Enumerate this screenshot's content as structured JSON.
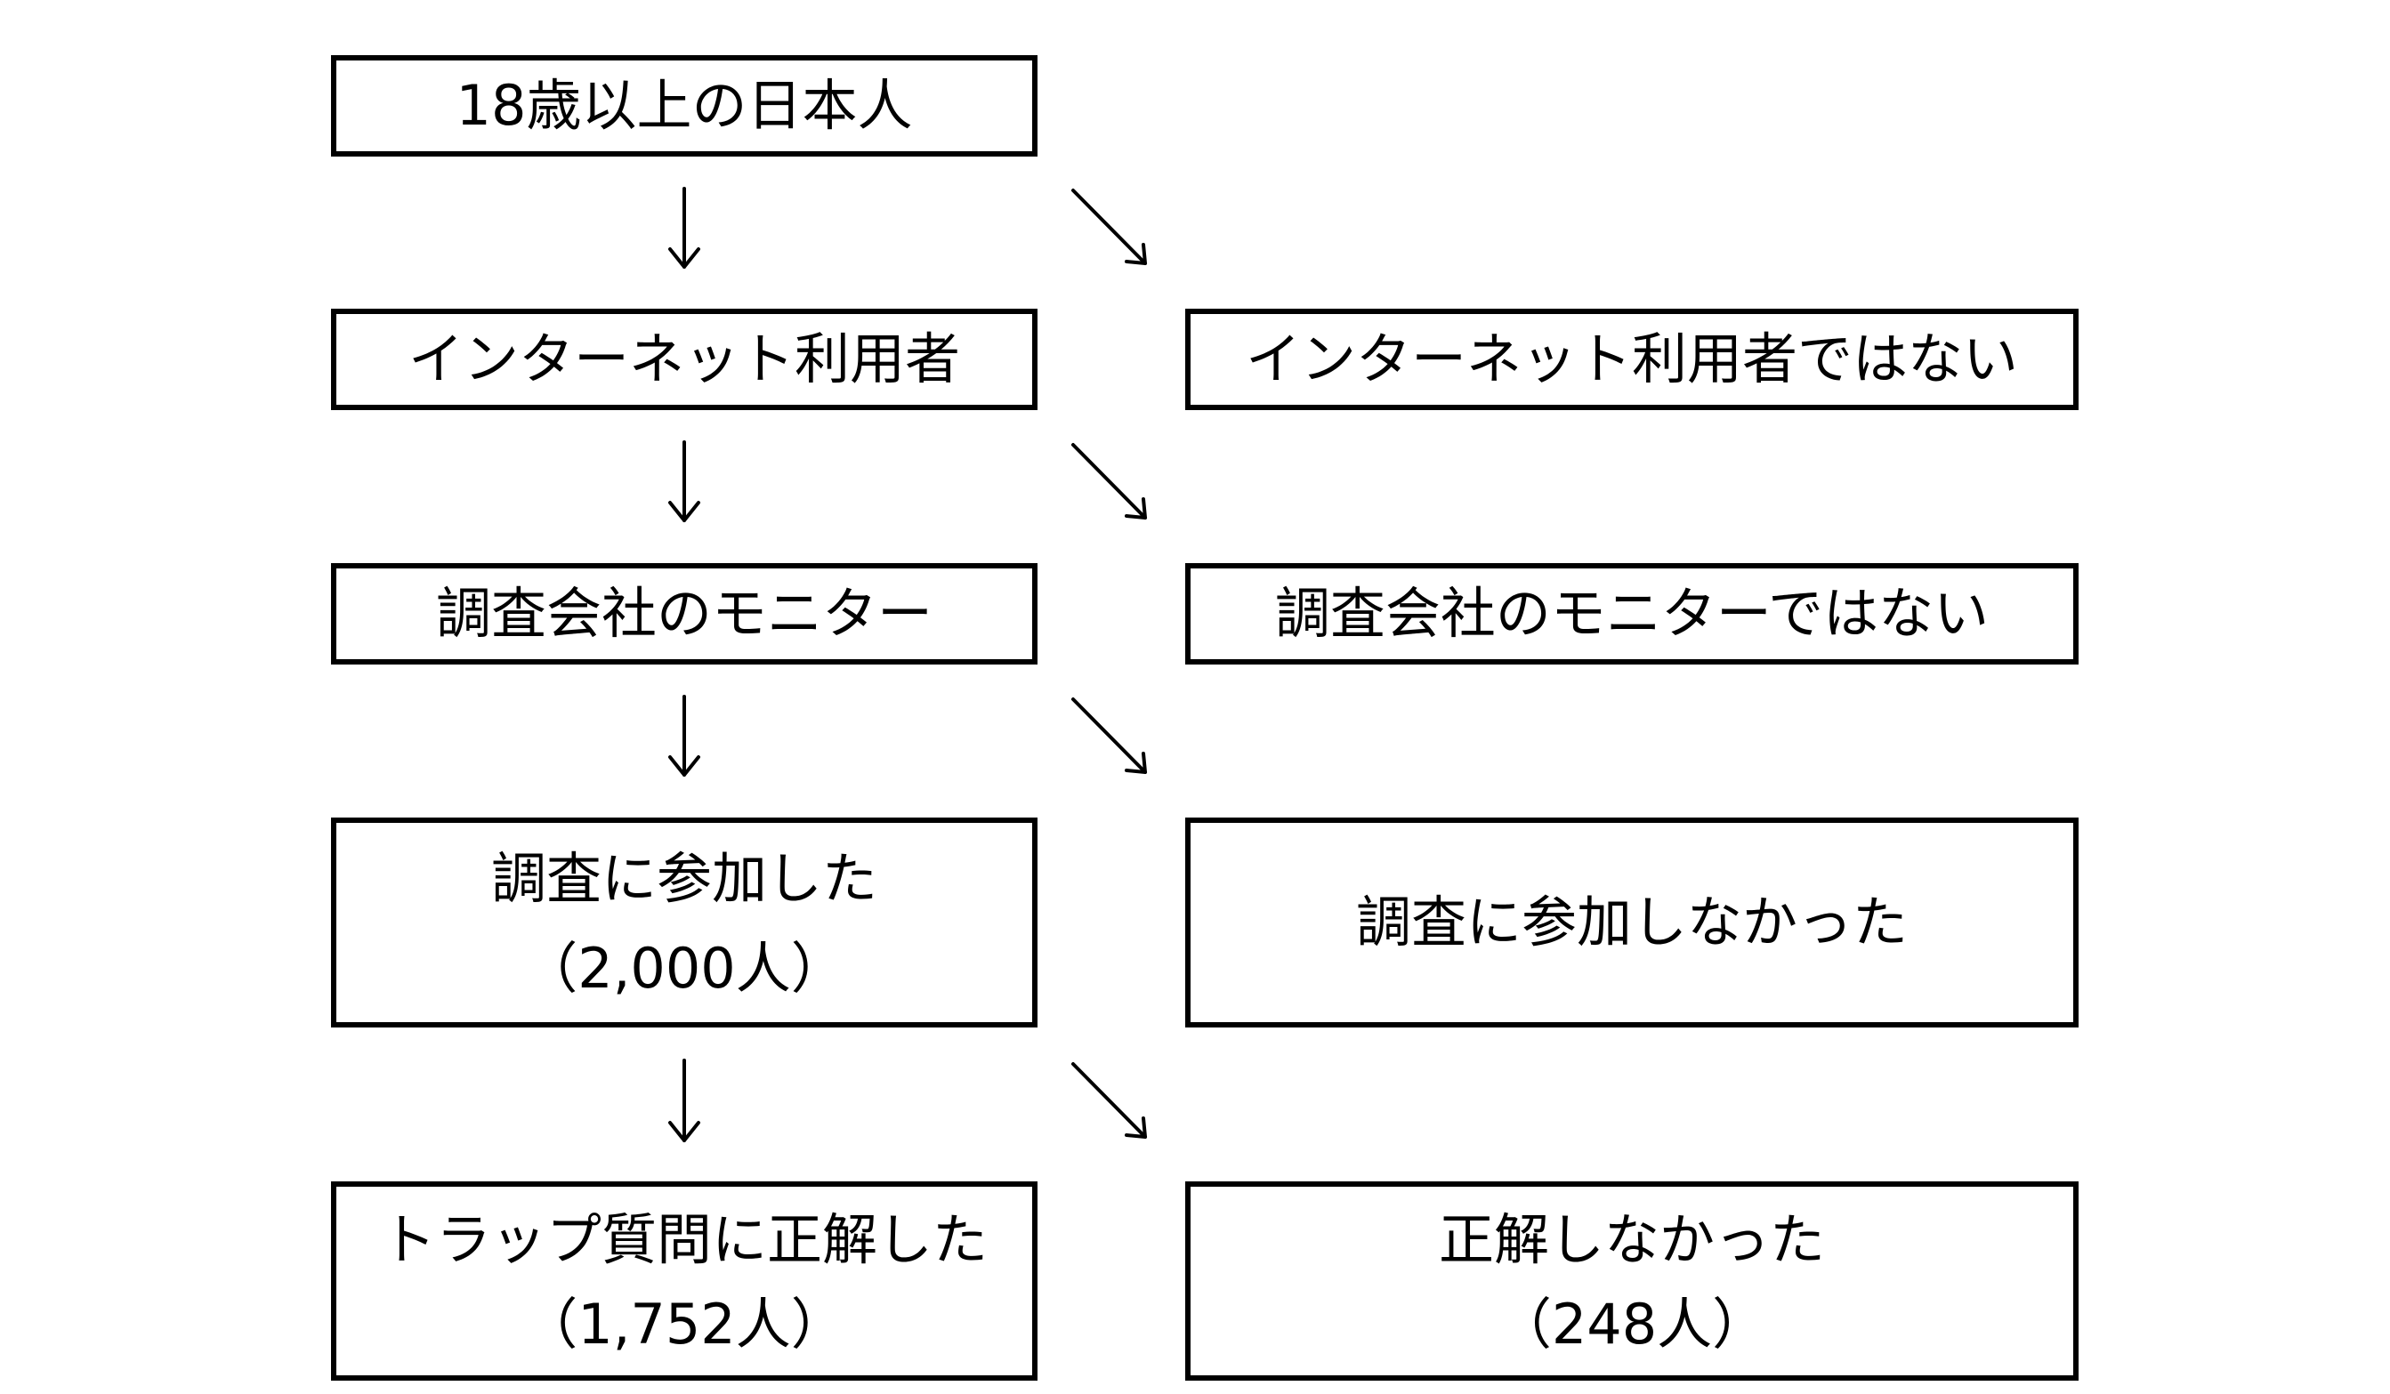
{
  "flow": {
    "left": [
      {
        "lines": [
          "18歳以上の日本人"
        ]
      },
      {
        "lines": [
          "インターネット利用者"
        ]
      },
      {
        "lines": [
          "調査会社のモニター"
        ]
      },
      {
        "lines": [
          "調査に参加した",
          "（2,000人）"
        ]
      },
      {
        "lines": [
          "トラップ質問に正解した",
          "（1,752人）"
        ]
      }
    ],
    "right": [
      {
        "lines": [
          "インターネット利用者ではない"
        ]
      },
      {
        "lines": [
          "調査会社のモニターではない"
        ]
      },
      {
        "lines": [
          "調査に参加しなかった"
        ]
      },
      {
        "lines": [
          "正解しなかった",
          "（248人）"
        ]
      }
    ]
  },
  "colors": {
    "stroke": "#000000",
    "background": "#ffffff"
  }
}
